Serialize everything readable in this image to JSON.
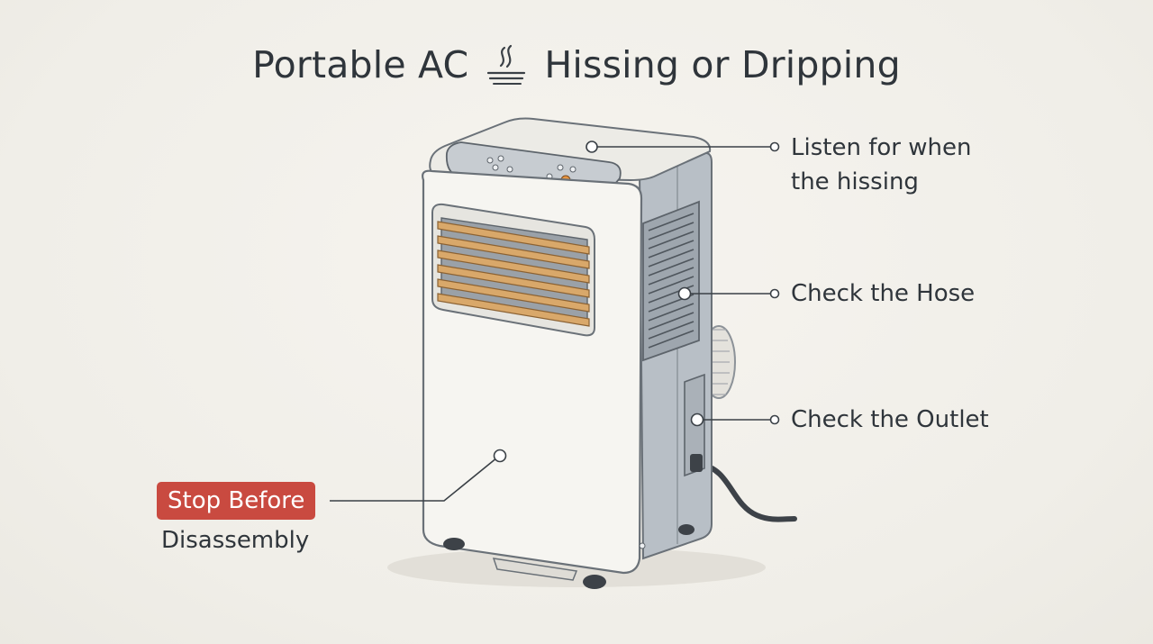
{
  "title": {
    "part1": "Portable AC",
    "icon": "steam-hiss-icon",
    "part2": "Hissing or Dripping"
  },
  "callouts": {
    "listen_line1": "Listen for when",
    "listen_line2": "the hissing",
    "hose": "Check the Hose",
    "outlet": "Check the Outlet",
    "stop_badge": "Stop Before",
    "stop_sub": "Disassembly"
  },
  "colors": {
    "warning": "#c94a40",
    "ink": "#2f353b",
    "louver": "#d9a86a",
    "body": "#f4f3ef",
    "side_panel": "#b5bcc3"
  }
}
